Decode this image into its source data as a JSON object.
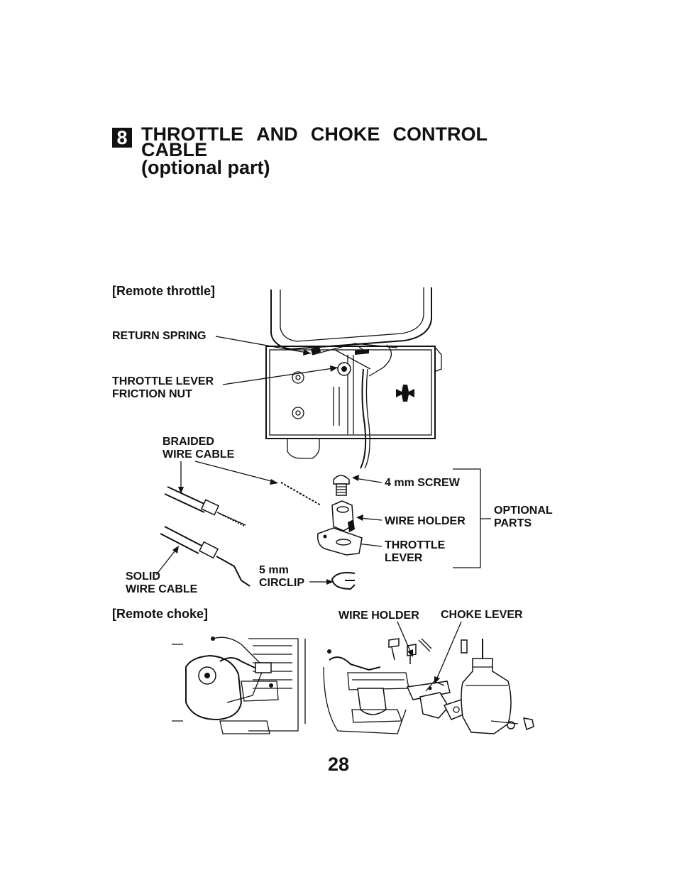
{
  "section": {
    "number": "8",
    "title_words": [
      "THROTTLE",
      "AND",
      "CHOKE",
      "CONTROL"
    ],
    "title_line2": "CABLE",
    "title_line3": "(optional part)"
  },
  "remote_throttle": {
    "heading": "[Remote throttle]",
    "labels": {
      "return_spring": "RETURN SPRING",
      "friction_nut": "THROTTLE LEVER\nFRICTION NUT",
      "braided_cable": "BRAIDED\nWIRE CABLE",
      "screw": "4 mm SCREW",
      "wire_holder": "WIRE HOLDER",
      "throttle_lever": "THROTTLE\nLEVER",
      "optional_parts": "OPTIONAL\nPARTS",
      "solid_cable": "SOLID\nWIRE CABLE",
      "circlip": "5 mm\nCIRCLIP"
    }
  },
  "remote_choke": {
    "heading": "[Remote choke]",
    "labels": {
      "wire_holder": "WIRE HOLDER",
      "choke_lever": "CHOKE LEVER"
    }
  },
  "page_number": "28"
}
